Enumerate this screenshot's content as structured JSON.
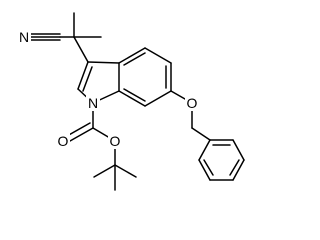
{
  "structure": {
    "atoms": {
      "nitrile_n": "N",
      "indole_n": "N",
      "ether_o": "O",
      "carbonyl_o": "O",
      "ester_o": "O"
    }
  }
}
